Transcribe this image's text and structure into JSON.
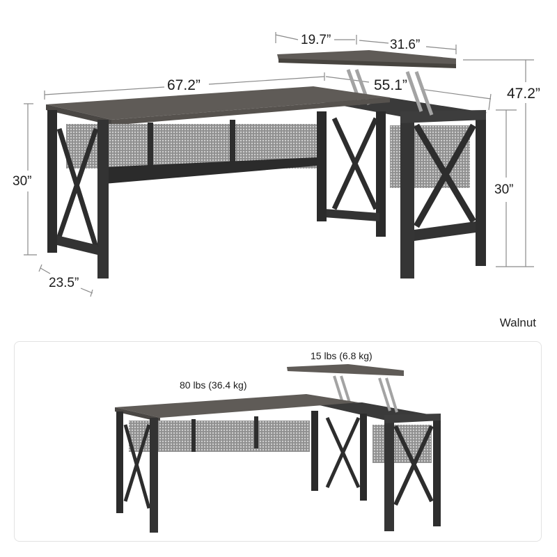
{
  "product": {
    "finish_label": "Walnut",
    "colors": {
      "top_wood": "#5f5b57",
      "top_edge": "#4a4744",
      "frame": "#2e2e2e",
      "frame_light": "#3c3c3c",
      "mesh": "#b9b9b9",
      "lift_arm": "#a3a3a3",
      "dim_line": "#8a8a8a",
      "box_border": "#e2e2e2"
    }
  },
  "dimensions": {
    "main_desk_length": "67.2”",
    "main_desk_height": "30”",
    "main_desk_depth": "23.5”",
    "lift_top_depth": "19.7”",
    "lift_top_width": "31.6”",
    "return_length": "55.1”",
    "return_height": "30”",
    "lifted_height": "47.2”"
  },
  "weight_capacity": {
    "main_desk": "80 lbs (36.4 kg)",
    "lift_top": "15 lbs (6.8 kg)"
  }
}
